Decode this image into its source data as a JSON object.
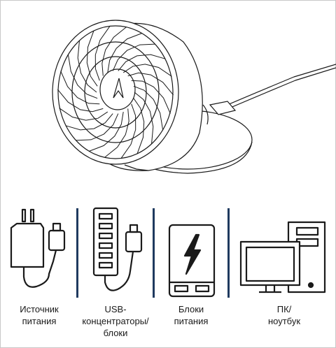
{
  "colors": {
    "separator": "#1f3a5f",
    "line": "#1a1a1a"
  },
  "illustration": {
    "subject": "desk-fan-icon"
  },
  "sources": [
    {
      "icon": "wall-charger-icon",
      "label_line1": "Источник",
      "label_line2": "питания",
      "label_line3": ""
    },
    {
      "icon": "usb-hub-icon",
      "label_line1": "USB-",
      "label_line2": "концентраторы/",
      "label_line3": "блоки"
    },
    {
      "icon": "power-bank-icon",
      "label_line1": "Блоки",
      "label_line2": "питания",
      "label_line3": ""
    },
    {
      "icon": "pc-laptop-icon",
      "label_line1": "ПК/",
      "label_line2": "ноутбук",
      "label_line3": ""
    }
  ]
}
